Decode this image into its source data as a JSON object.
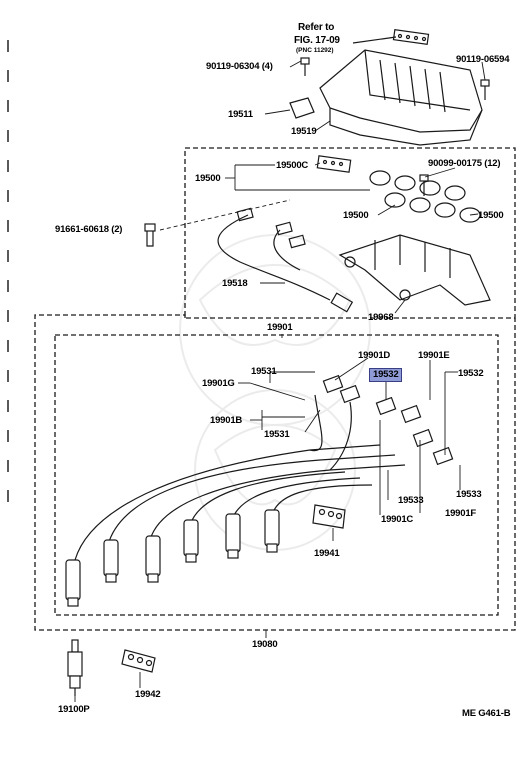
{
  "labels": {
    "refer_to": "Refer to",
    "fig_ref": "FIG. 17-09",
    "pnc_ref": "(PNC 11292)",
    "bolt_top_left": "90119-06304 (4)",
    "bolt_top_right": "90119-06594",
    "p19511": "19511",
    "p19519": "19519",
    "p19500c": "19500C",
    "p19500_left": "19500",
    "p19500_mid": "19500",
    "p19500_right": "19500",
    "bolt_mid_right": "90099-00175 (12)",
    "bolt_left": "91661-60618 (2)",
    "p19518": "19518",
    "p19968": "19968",
    "p19901": "19901",
    "p19901d": "19901D",
    "p19901e": "19901E",
    "p19531_top": "19531",
    "p19532_highlight": "19532",
    "p19532_right": "19532",
    "p19901g": "19901G",
    "p19901b": "19901B",
    "p19531_bottom": "19531",
    "p19533_left": "19533",
    "p19533_right": "19533",
    "p19901c": "19901C",
    "p19901f": "19901F",
    "p19941": "19941",
    "p19080": "19080",
    "p19100p": "19100P",
    "p19942": "19942",
    "figure_code": "ME  G461-B"
  },
  "colors": {
    "line": "#1a1a1a",
    "highlight_fill": "#8f9bd6",
    "highlight_border": "#3a3f85",
    "watermark": "#c8c8c8"
  }
}
